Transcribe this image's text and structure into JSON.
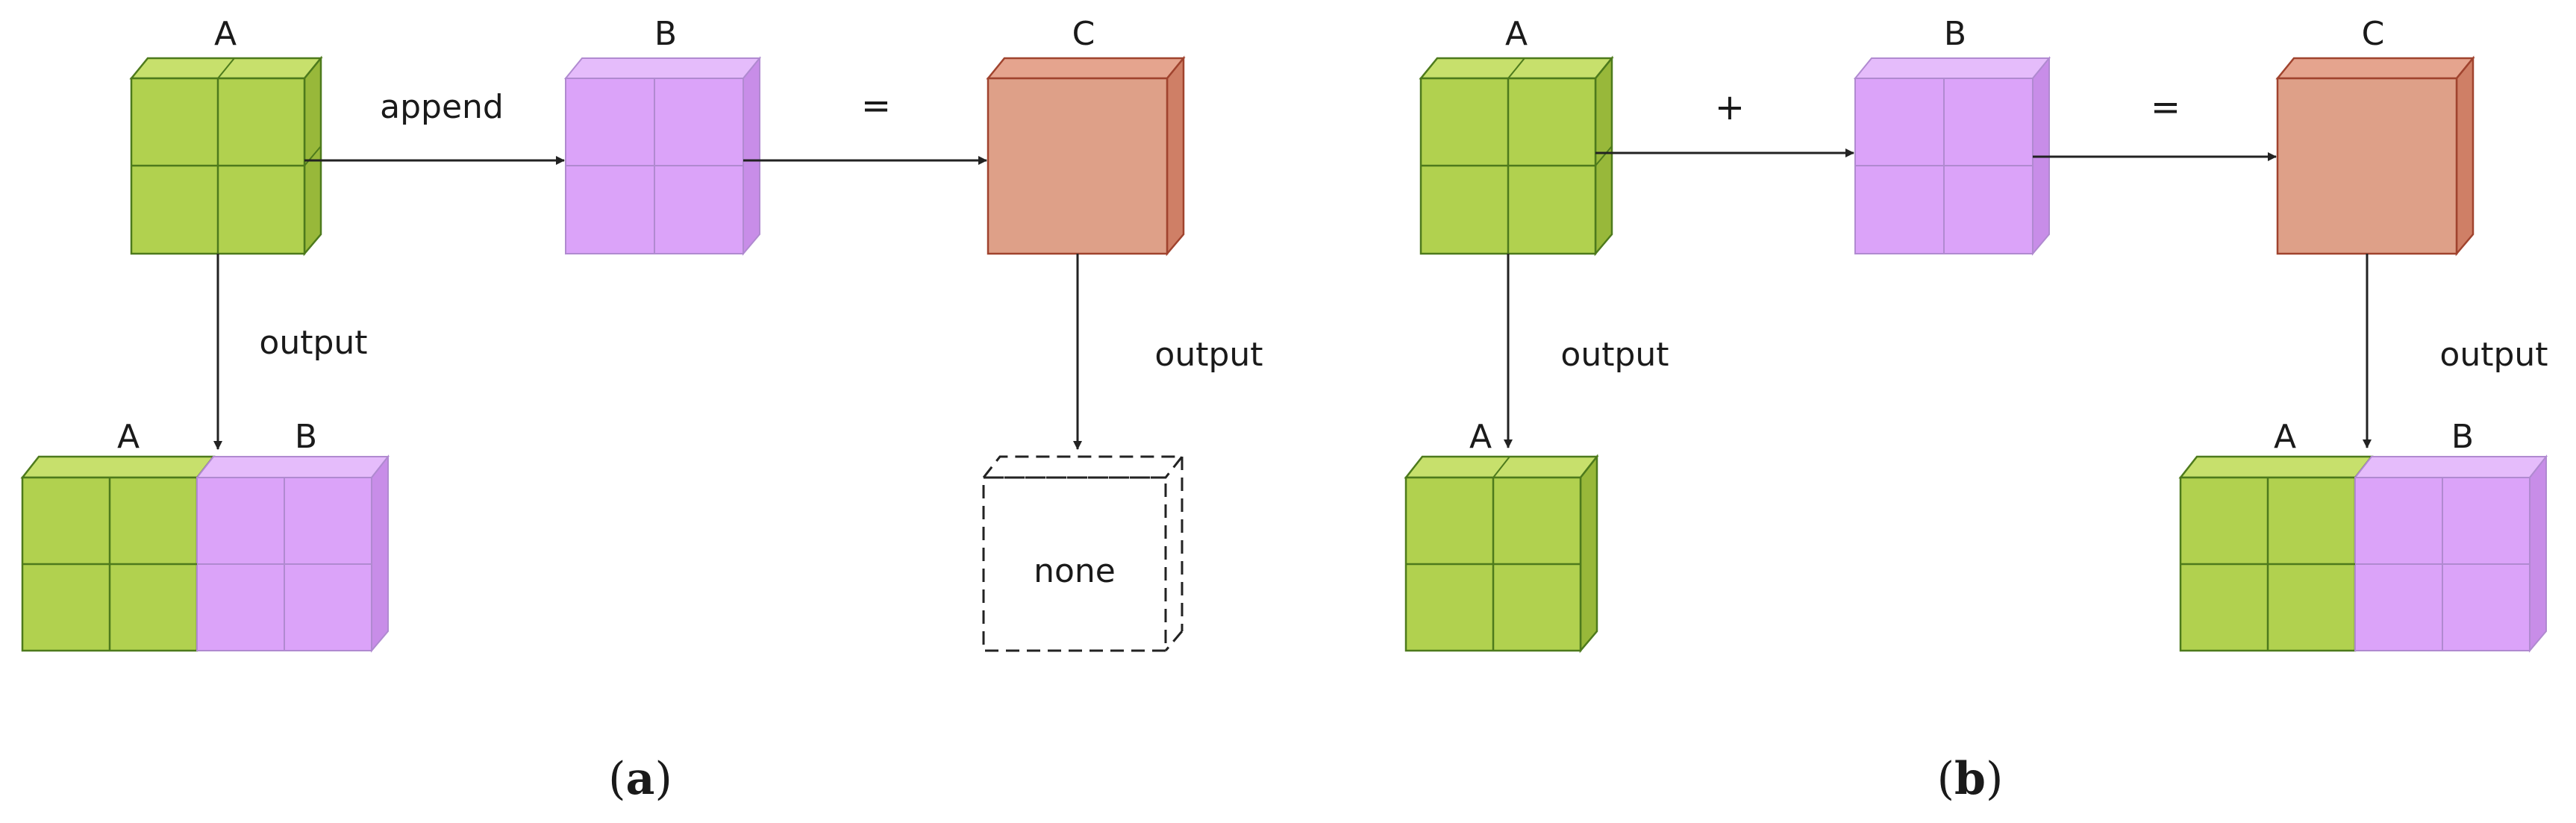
{
  "panel_a": {
    "label_A": "A",
    "label_B": "B",
    "label_C": "C",
    "operator": "append",
    "equals": "=",
    "output_left": "output",
    "output_right": "output",
    "result_label_A": "A",
    "result_label_B": "B",
    "none_label": "none",
    "caption_open": "(",
    "caption_letter": "a",
    "caption_close": ")"
  },
  "panel_b": {
    "label_A": "A",
    "label_B": "B",
    "label_C": "C",
    "operator": "+",
    "equals": "=",
    "output_left": "output",
    "output_right": "output",
    "result_left_label_A": "A",
    "result_right_label_A": "A",
    "result_right_label_B": "B",
    "caption_open": "(",
    "caption_letter": "b",
    "caption_close": ")"
  },
  "colors": {
    "green": "#b1d14f",
    "green_stroke": "#4d7a1c",
    "purple": "#dba3f9",
    "purple_stroke": "#b08ad0",
    "salmon": "#dea088",
    "salmon_stroke": "#a0432e",
    "arrow": "#222222"
  }
}
